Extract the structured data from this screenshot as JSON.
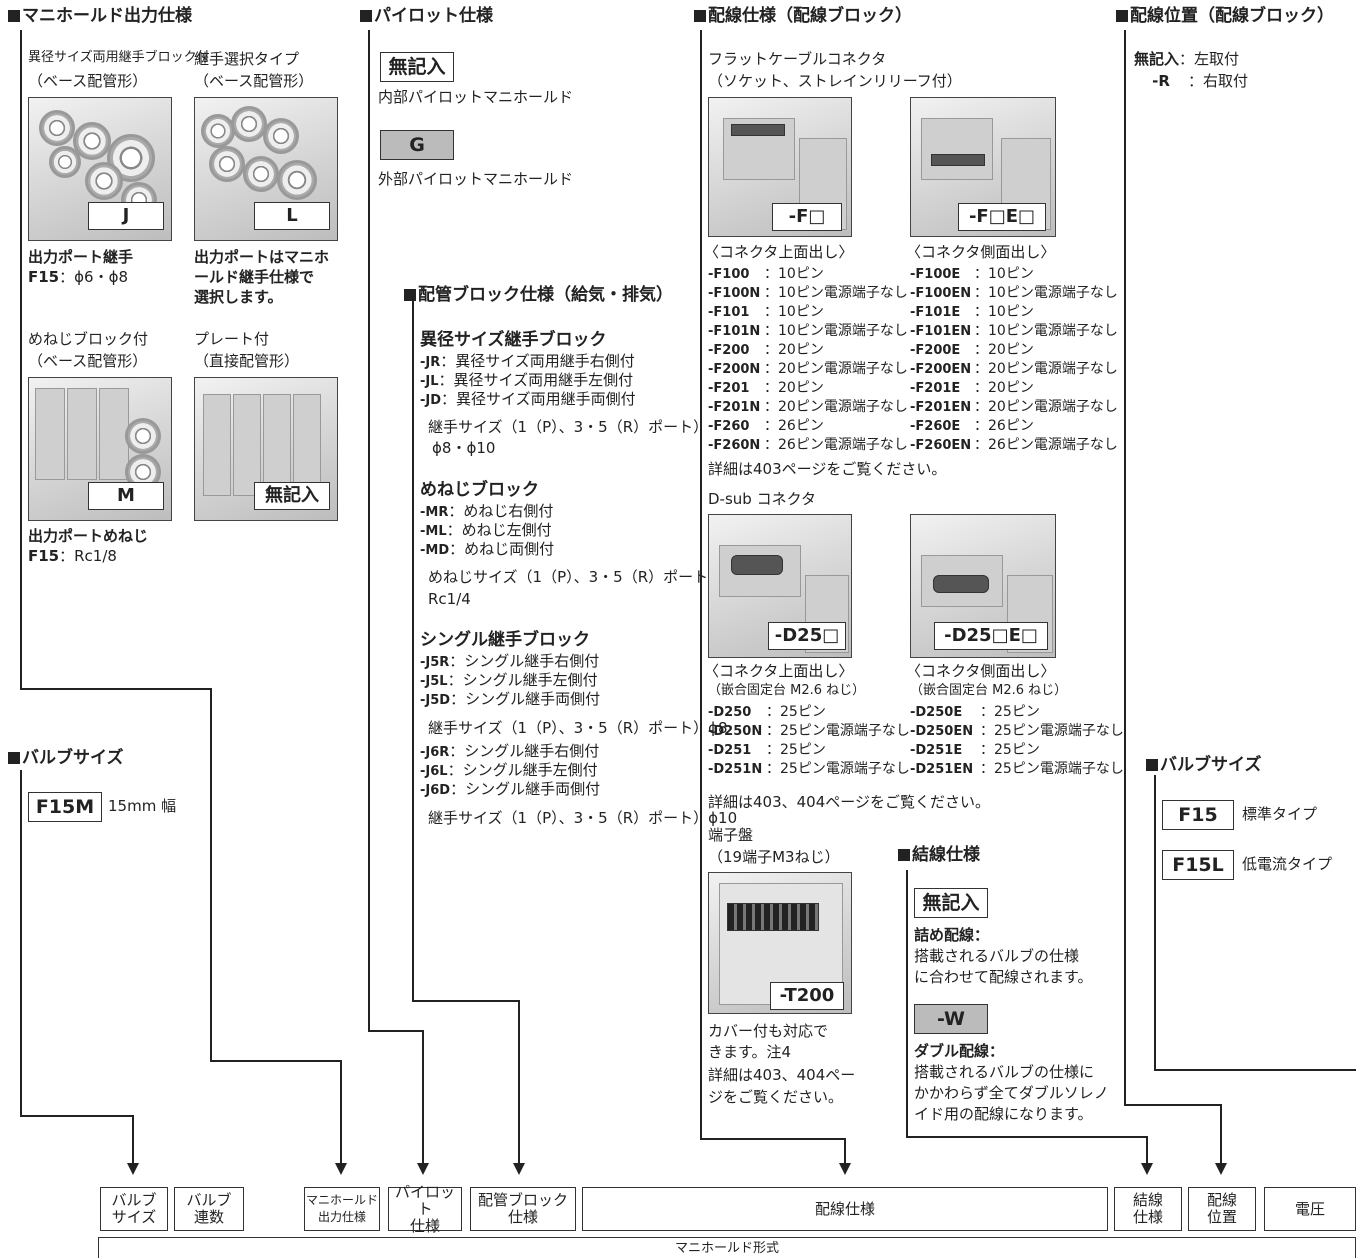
{
  "manifold_output": {
    "title": "マニホールド出力仕様",
    "opt_j_caption": [
      "異径サイズ両用継手ブロック付",
      "（ベース配管形）"
    ],
    "opt_l_caption": [
      "継手選択タイプ",
      "（ベース配管形）"
    ],
    "opt_j_code": "J",
    "opt_l_code": "L",
    "opt_j_note": [
      "出力ポート継手"
    ],
    "opt_j_note_code": "F15",
    "opt_j_note_value": "：ϕ6・ϕ8",
    "opt_l_note": [
      "出力ポートはマニホ",
      "ールド継手仕様で",
      "選択します。"
    ],
    "opt_m_caption": [
      "めねじブロック付",
      "（ベース配管形）"
    ],
    "opt_plate_caption": [
      "プレート付",
      "（直接配管形）"
    ],
    "opt_m_code": "M",
    "opt_plate_code": "無記入",
    "opt_m_note": "出力ポートめねじ",
    "opt_m_note_code": "F15",
    "opt_m_note_value": "：Rc1/8"
  },
  "pilot": {
    "title": "パイロット仕様",
    "internal_code": "無記入",
    "internal_label": "内部パイロットマニホールド",
    "external_code": "G",
    "external_label": "外部パイロットマニホールド"
  },
  "piping_block": {
    "title": "配管ブロック仕様（給気・排気）",
    "group1_title": "異径サイズ継手ブロック",
    "group1": [
      {
        "code": "-JR",
        "text": "：異径サイズ両用継手右側付"
      },
      {
        "code": "-JL",
        "text": "：異径サイズ両用継手左側付"
      },
      {
        "code": "-JD",
        "text": "：異径サイズ両用継手両側付"
      }
    ],
    "group1_note": [
      "継手サイズ（1（P）、3・5（R）ポート）",
      "ϕ8・ϕ10"
    ],
    "group2_title": "めねじブロック",
    "group2": [
      {
        "code": "-MR",
        "text": "：めねじ右側付"
      },
      {
        "code": "-ML",
        "text": "：めねじ左側付"
      },
      {
        "code": "-MD",
        "text": "：めねじ両側付"
      }
    ],
    "group2_note": [
      "めねじサイズ（1（P）、3・5（R）ポート）",
      "Rc1/4"
    ],
    "group3_title": "シングル継手ブロック",
    "group3a": [
      {
        "code": "-J5R",
        "text": "：シングル継手右側付"
      },
      {
        "code": "-J5L",
        "text": "：シングル継手左側付"
      },
      {
        "code": "-J5D",
        "text": "：シングル継手両側付"
      }
    ],
    "group3a_note": "継手サイズ（1（P）、3・5（R）ポート）ϕ8",
    "group3b": [
      {
        "code": "-J6R",
        "text": "：シングル継手右側付"
      },
      {
        "code": "-J6L",
        "text": "：シングル継手左側付"
      },
      {
        "code": "-J6D",
        "text": "：シングル継手両側付"
      }
    ],
    "group3b_note": "継手サイズ（1（P）、3・5（R）ポート）ϕ10"
  },
  "wiring": {
    "title": "配線仕様（配線ブロック）",
    "flat_title": [
      "フラットケーブルコネクタ",
      "（ソケット、ストレインリリーフ付）"
    ],
    "flat_top_code": "-F□",
    "flat_side_code": "-F□E□",
    "flat_top_label": "〈コネクタ上面出し〉",
    "flat_side_label": "〈コネクタ側面出し〉",
    "flat_top": [
      {
        "code": "-F100",
        "text": "：10ピン"
      },
      {
        "code": "-F100N",
        "text": "：10ピン電源端子なし"
      },
      {
        "code": "-F101",
        "text": "：10ピン"
      },
      {
        "code": "-F101N",
        "text": "：10ピン電源端子なし"
      },
      {
        "code": "-F200",
        "text": "：20ピン"
      },
      {
        "code": "-F200N",
        "text": "：20ピン電源端子なし"
      },
      {
        "code": "-F201",
        "text": "：20ピン"
      },
      {
        "code": "-F201N",
        "text": "：20ピン電源端子なし"
      },
      {
        "code": "-F260",
        "text": "：26ピン"
      },
      {
        "code": "-F260N",
        "text": "：26ピン電源端子なし"
      }
    ],
    "flat_side": [
      {
        "code": "-F100E",
        "text": "：10ピン"
      },
      {
        "code": "-F100EN",
        "text": "：10ピン電源端子なし"
      },
      {
        "code": "-F101E",
        "text": "：10ピン"
      },
      {
        "code": "-F101EN",
        "text": "：10ピン電源端子なし"
      },
      {
        "code": "-F200E",
        "text": "：20ピン"
      },
      {
        "code": "-F200EN",
        "text": "：20ピン電源端子なし"
      },
      {
        "code": "-F201E",
        "text": "：20ピン"
      },
      {
        "code": "-F201EN",
        "text": "：20ピン電源端子なし"
      },
      {
        "code": "-F260E",
        "text": "：26ピン"
      },
      {
        "code": "-F260EN",
        "text": "：26ピン電源端子なし"
      }
    ],
    "flat_note": "詳細は403ページをご覧ください。",
    "dsub_title": "D-sub コネクタ",
    "dsub_top_code": "-D25□",
    "dsub_side_code": "-D25□E□",
    "dsub_top_label": [
      "〈コネクタ上面出し〉",
      "（嵌合固定台 M2.6 ねじ）"
    ],
    "dsub_side_label": [
      "〈コネクタ側面出し〉",
      "（嵌合固定台 M2.6 ねじ）"
    ],
    "dsub_top": [
      {
        "code": "-D250",
        "text": "：25ピン"
      },
      {
        "code": "-D250N",
        "text": "：25ピン電源端子なし"
      },
      {
        "code": "-D251",
        "text": "：25ピン"
      },
      {
        "code": "-D251N",
        "text": "：25ピン電源端子なし"
      }
    ],
    "dsub_side": [
      {
        "code": "-D250E",
        "text": "：25ピン"
      },
      {
        "code": "-D250EN",
        "text": "：25ピン電源端子なし"
      },
      {
        "code": "-D251E",
        "text": "：25ピン"
      },
      {
        "code": "-D251EN",
        "text": "：25ピン電源端子なし"
      }
    ],
    "dsub_note": "詳細は403、404ページをご覧ください。",
    "terminal_title": [
      "端子盤",
      "（19端子M3ねじ）"
    ],
    "terminal_code": "-T200",
    "terminal_note": [
      "カバー付も対応で",
      "きます。注4",
      "詳細は403、404ペー",
      "ジをご覧ください。"
    ]
  },
  "connection": {
    "title": "結線仕様",
    "blank_code": "無記入",
    "blank_title": "詰め配線：",
    "blank_text": [
      "搭載されるバルブの仕様",
      "に合わせて配線されます。"
    ],
    "w_code": "-W",
    "w_title": "ダブル配線：",
    "w_text": [
      "搭載されるバルブの仕様に",
      "かかわらず全てダブルソレノ",
      "イド用の配線になります。"
    ]
  },
  "wiring_position": {
    "title": "配線位置（配線ブロック）",
    "rows": [
      {
        "code": "無記入",
        "text": "：左取付"
      },
      {
        "code": "-R",
        "text": "：右取付"
      }
    ]
  },
  "valve_size_left": {
    "title": "バルブサイズ",
    "code": "F15M",
    "label": "15mm 幅"
  },
  "valve_size_right": {
    "title": "バルブサイズ",
    "code1": "F15",
    "label1": "標準タイプ",
    "code2": "F15L",
    "label2": "低電流タイプ"
  },
  "bottom_row": {
    "cells": [
      "バルブ\nサイズ",
      "バルブ\n連数",
      "マニホールド\n出力仕様",
      "パイロット\n仕様",
      "配管ブロック\n仕様",
      "配線仕様",
      "結線\n仕様",
      "配線\n位置",
      "電圧"
    ],
    "footer": "マニホールド形式"
  }
}
